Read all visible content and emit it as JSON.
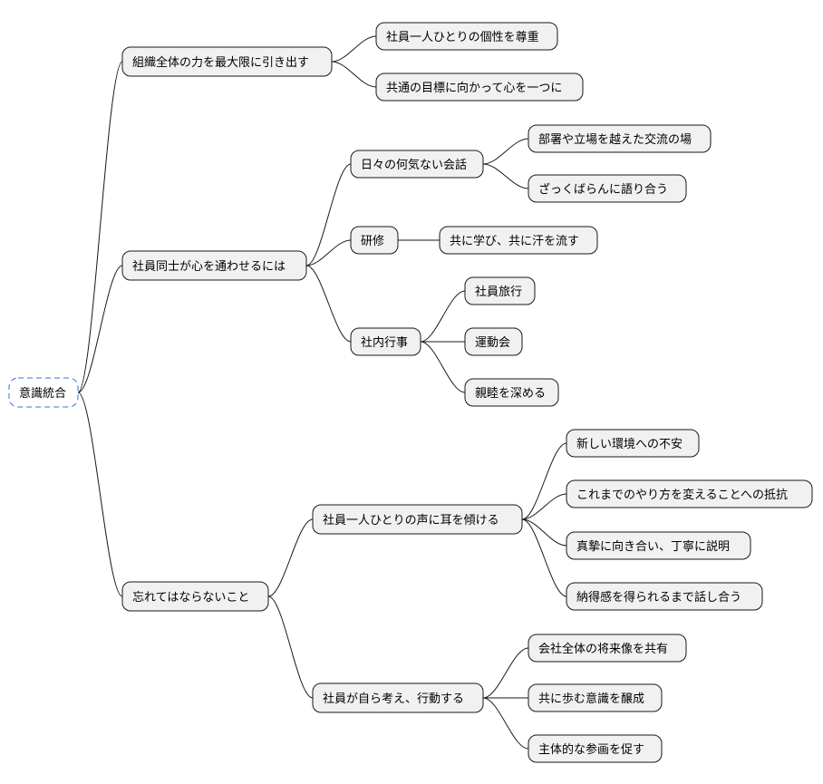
{
  "diagram": {
    "type": "mindmap",
    "colors": {
      "node_fill": "#f1f1f1",
      "node_stroke": "#181818",
      "root_stroke": "#3a6fd8",
      "edge": "#181818"
    },
    "root": {
      "label": "意識統合",
      "children": [
        {
          "label": "組織全体の力を最大限に引き出す",
          "children": [
            {
              "label": "社員一人ひとりの個性を尊重"
            },
            {
              "label": "共通の目標に向かって心を一つに"
            }
          ]
        },
        {
          "label": "社員同士が心を通わせるには",
          "children": [
            {
              "label": "日々の何気ない会話",
              "children": [
                {
                  "label": "部署や立場を越えた交流の場"
                },
                {
                  "label": "ざっくばらんに語り合う"
                }
              ]
            },
            {
              "label": "研修",
              "children": [
                {
                  "label": "共に学び、共に汗を流す"
                }
              ]
            },
            {
              "label": "社内行事",
              "children": [
                {
                  "label": "社員旅行"
                },
                {
                  "label": "運動会"
                },
                {
                  "label": "親睦を深める"
                }
              ]
            }
          ]
        },
        {
          "label": "忘れてはならないこと",
          "children": [
            {
              "label": "社員一人ひとりの声に耳を傾ける",
              "children": [
                {
                  "label": "新しい環境への不安"
                },
                {
                  "label": "これまでのやり方を変えることへの抵抗"
                },
                {
                  "label": "真摯に向き合い、丁寧に説明"
                },
                {
                  "label": "納得感を得られるまで話し合う"
                }
              ]
            },
            {
              "label": "社員が自ら考え、行動する",
              "children": [
                {
                  "label": "会社全体の将来像を共有"
                },
                {
                  "label": "共に歩む意識を醸成"
                },
                {
                  "label": "主体的な参画を促す"
                }
              ]
            }
          ]
        }
      ]
    }
  }
}
